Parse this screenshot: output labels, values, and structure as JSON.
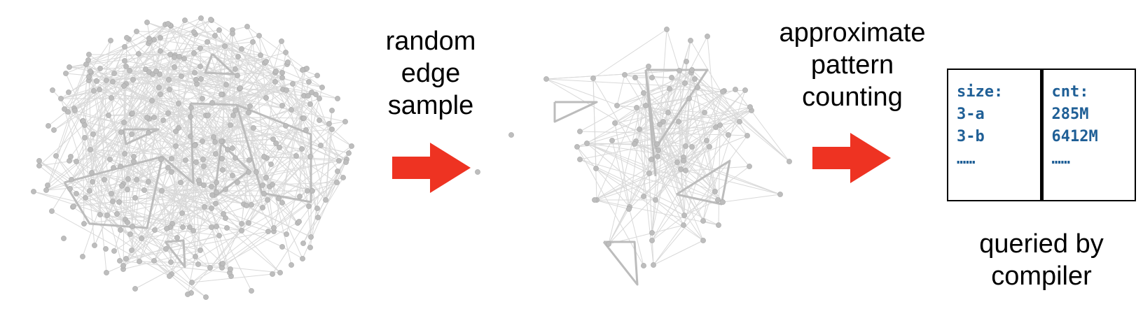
{
  "steps": {
    "sample": [
      "random",
      "edge",
      "sample"
    ],
    "count": [
      "approximate",
      "pattern",
      "counting"
    ],
    "query": [
      "queried by",
      "compiler"
    ]
  },
  "table": {
    "left": {
      "header": "size:",
      "rows": [
        "3-a",
        "3-b"
      ],
      "more": "……"
    },
    "right": {
      "header": "cnt:",
      "rows": [
        "285M",
        "6412M"
      ],
      "more": "……"
    }
  },
  "colors": {
    "arrow": "#ee3322",
    "node": "#bdbdbd",
    "edge": "#d9d9d9",
    "highlight_edge": "#bcbcbc",
    "table_text": "#1f5f96"
  }
}
